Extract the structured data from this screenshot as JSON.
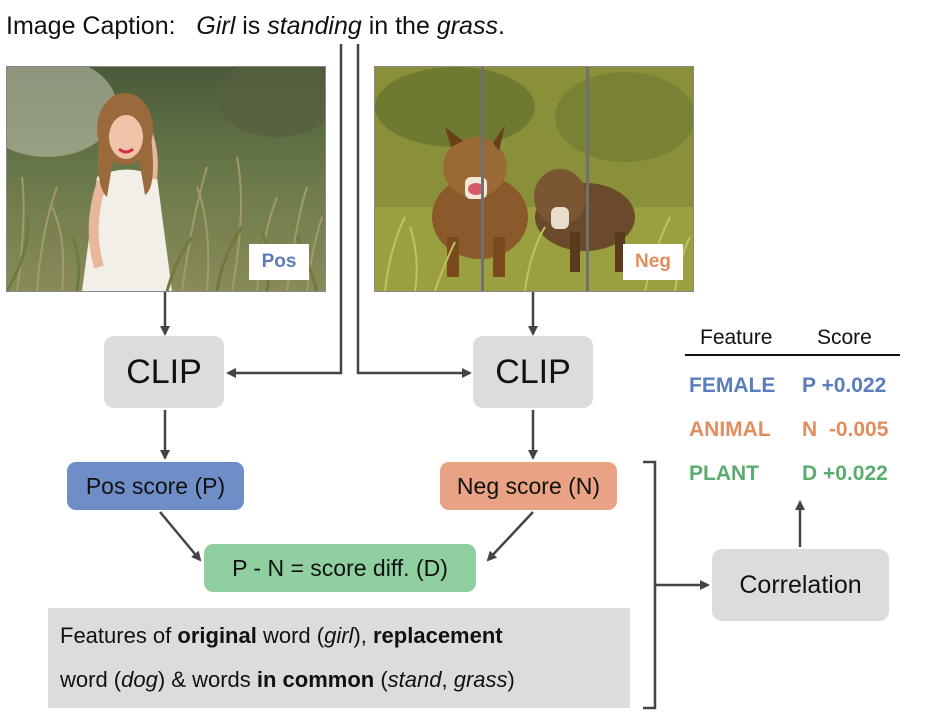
{
  "caption": {
    "prefix": "Image Caption:",
    "w1": "Girl",
    "w2": " is ",
    "w3": "standing",
    "w4": " in the ",
    "w5": "grass",
    "w6": "."
  },
  "images": {
    "pos_label": "Pos",
    "neg_label": "Neg"
  },
  "nodes": {
    "clip_left": "CLIP",
    "clip_right": "CLIP",
    "pos_score": "Pos score (P)",
    "neg_score": "Neg score (N)",
    "diff": "P - N = score diff. (D)",
    "correlation": "Correlation"
  },
  "features_box": {
    "t1": "Features of ",
    "t2": "original",
    "t3": " word (",
    "t4": "girl",
    "t5": "), ",
    "t6": "replacement",
    "t7": "word (",
    "t8": "dog",
    "t9": ") & words ",
    "t10": "in common",
    "t11": " (",
    "t12": "stand",
    "t13": ", ",
    "t14": "grass",
    "t15": ")"
  },
  "table": {
    "header_feature": "Feature",
    "header_score": "Score",
    "rows": [
      {
        "feature": "FEMALE",
        "score": "P +0.022",
        "color": "#5b7dbb"
      },
      {
        "feature": "ANIMAL",
        "score": "N  -0.005",
        "color": "#e08e5e"
      },
      {
        "feature": "PLANT",
        "score": "D +0.022",
        "color": "#5aad6e"
      }
    ]
  },
  "colors": {
    "pos": "#6f8ec8",
    "neg": "#e9a384",
    "diff": "#90d0a0",
    "box": "#dcdcdc"
  }
}
